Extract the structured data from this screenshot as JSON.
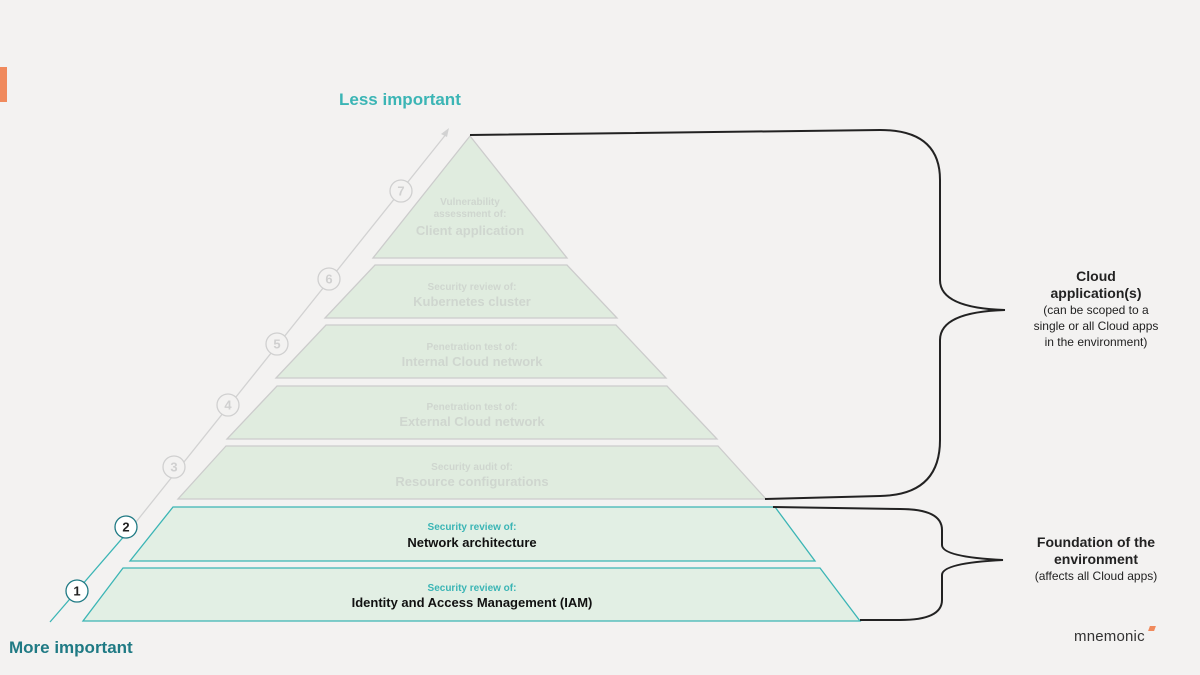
{
  "labels": {
    "less_important": "Less important",
    "more_important": "More important"
  },
  "levels": [
    {
      "number": "1",
      "prefix": "Security review of:",
      "title": "Identity and Access Management (IAM)",
      "state": "active"
    },
    {
      "number": "2",
      "prefix": "Security review of:",
      "title": "Network architecture",
      "state": "active"
    },
    {
      "number": "3",
      "prefix": "Security audit of:",
      "title": "Resource configurations",
      "state": "faded"
    },
    {
      "number": "4",
      "prefix": "Penetration test of:",
      "title": "External Cloud network",
      "state": "faded"
    },
    {
      "number": "5",
      "prefix": "Penetration test of:",
      "title": "Internal Cloud network",
      "state": "faded"
    },
    {
      "number": "6",
      "prefix": "Security review of:",
      "title": "Kubernetes cluster",
      "state": "faded"
    },
    {
      "number": "7",
      "prefix": "Vulnerability assessment of:",
      "title": "Client application",
      "state": "faded"
    }
  ],
  "top_prefix_lines": [
    "Vulnerability",
    "assessment of:"
  ],
  "groups": {
    "cloud": {
      "title_lines": [
        "Cloud",
        "application(s)"
      ],
      "sub_lines": [
        "(can be scoped to a",
        "single or all Cloud apps",
        "in the environment)"
      ]
    },
    "foundation": {
      "title_lines": [
        "Foundation of the",
        "environment"
      ],
      "sub_lines": [
        "(affects all Cloud apps)"
      ]
    }
  },
  "brand": "mnemonic",
  "colors": {
    "background": "#f3f2f1",
    "teal": "#3bb5b5",
    "dark_teal": "#1f7a84",
    "fill_active": "#e2efe4",
    "fill_faded": "#e0ecdf",
    "faded_text": "#cfd6cf",
    "accent": "#f08a5d"
  }
}
